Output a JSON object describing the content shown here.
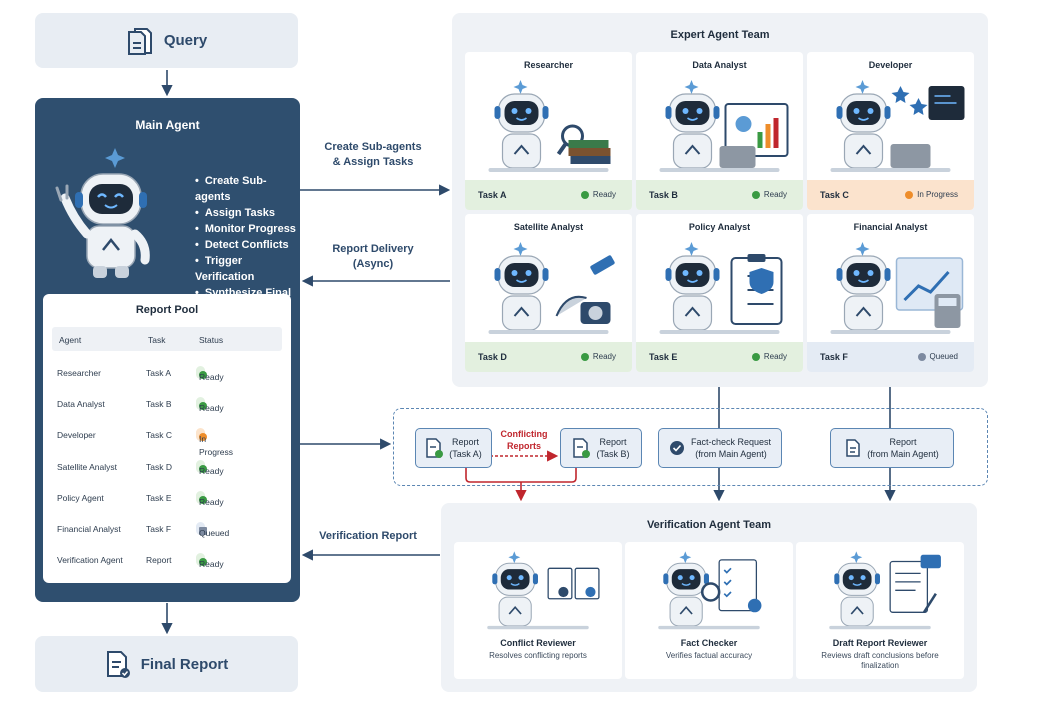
{
  "query": {
    "label": "Query"
  },
  "main_agent": {
    "title": "Main Agent",
    "responsibilities": [
      "Create Sub-agents",
      "Assign Tasks",
      "Monitor Progress",
      "Detect Conflicts",
      "Trigger Verification",
      "Synthesize Final Report"
    ]
  },
  "report_pool": {
    "title": "Report Pool",
    "columns": [
      "Agent",
      "Task",
      "Status"
    ],
    "rows": [
      {
        "agent": "Researcher",
        "task": "Task A",
        "status": "Ready",
        "kind": "ready"
      },
      {
        "agent": "Data Analyst",
        "task": "Task B",
        "status": "Ready",
        "kind": "ready"
      },
      {
        "agent": "Developer",
        "task": "Task C",
        "status": "In Progress",
        "kind": "prog"
      },
      {
        "agent": "Satellite Analyst",
        "task": "Task D",
        "status": "Ready",
        "kind": "ready"
      },
      {
        "agent": "Policy Agent",
        "task": "Task E",
        "status": "Ready",
        "kind": "ready"
      },
      {
        "agent": "Financial Analyst",
        "task": "Task F",
        "status": "Queued",
        "kind": "queue"
      },
      {
        "agent": "Verification Agent",
        "task": "Report",
        "status": "Ready",
        "kind": "ready"
      }
    ]
  },
  "final_report": {
    "label": "Final Report"
  },
  "arrows": {
    "create": [
      "Create Sub-agents",
      "& Assign Tasks"
    ],
    "delivery": [
      "Report Delivery",
      "(Async)"
    ],
    "verification": "Verification Report"
  },
  "expert_team": {
    "title": "Expert Agent Team",
    "cards": [
      {
        "name": "Researcher",
        "task": "Task A",
        "status": "Ready",
        "kind": "ready"
      },
      {
        "name": "Data Analyst",
        "task": "Task B",
        "status": "Ready",
        "kind": "ready"
      },
      {
        "name": "Developer",
        "task": "Task C",
        "status": "In Progress",
        "kind": "prog"
      },
      {
        "name": "Satellite Analyst",
        "task": "Task D",
        "status": "Ready",
        "kind": "ready"
      },
      {
        "name": "Policy Analyst",
        "task": "Task E",
        "status": "Ready",
        "kind": "ready"
      },
      {
        "name": "Financial Analyst",
        "task": "Task F",
        "status": "Queued",
        "kind": "queue"
      }
    ]
  },
  "messages": {
    "report_a": [
      "Report",
      "(Task A)"
    ],
    "conflict": [
      "Conflicting",
      "Reports"
    ],
    "report_b": [
      "Report",
      "(Task B)"
    ],
    "fact_check": [
      "Fact-check Request",
      "(from Main Agent)"
    ],
    "report_main": [
      "Report",
      "(from Main Agent)"
    ]
  },
  "verification_team": {
    "title": "Verification Agent Team",
    "cards": [
      {
        "name": "Conflict Reviewer",
        "desc": "Resolves conflicting reports"
      },
      {
        "name": "Fact Checker",
        "desc": "Verifies factual accuracy"
      },
      {
        "name": "Draft Report Reviewer",
        "desc": "Reviews draft conclusions before finalization"
      }
    ]
  },
  "colors": {
    "navy": "#2f4f6f",
    "arrow": "#2e4a6b",
    "conflict": "#c0262d",
    "ready": "#3a9a43",
    "progress": "#ee8d2a"
  }
}
